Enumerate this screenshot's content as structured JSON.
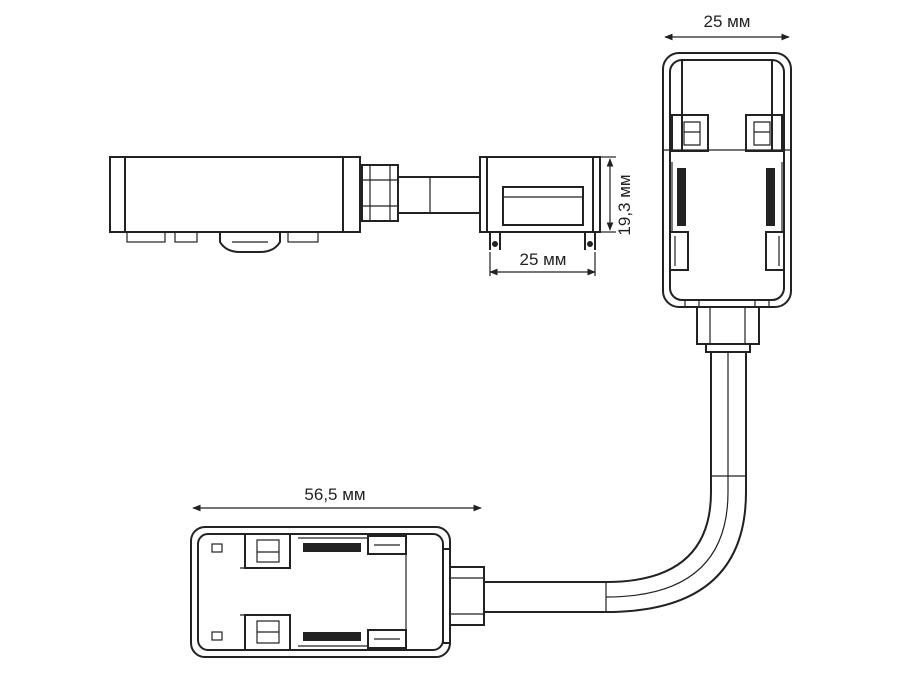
{
  "dimensions": {
    "top_width": "25 мм",
    "side_height": "19,3 мм",
    "side_width": "25 мм",
    "bottom_length": "56,5 мм"
  }
}
